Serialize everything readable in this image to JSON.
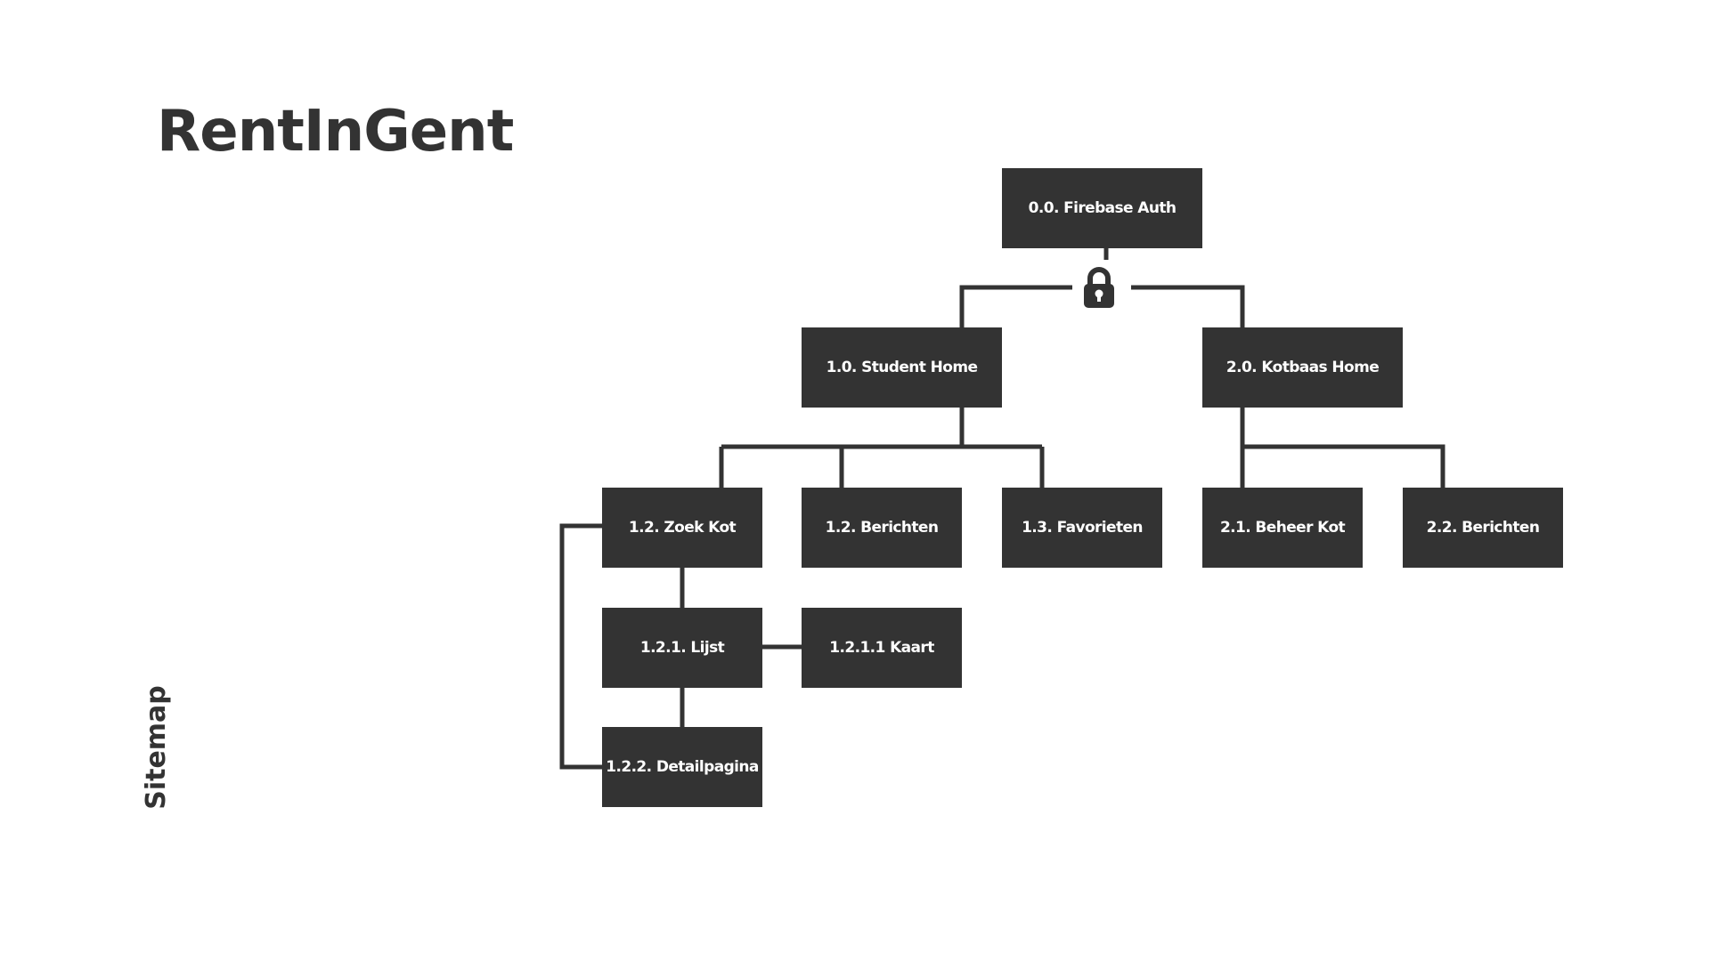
{
  "title": "RentInGent",
  "side_label": "Sitemap",
  "colors": {
    "node_fill": "#333333",
    "node_text": "#ffffff",
    "connector": "#333333",
    "heading": "#333333"
  },
  "icons": {
    "auth_gate": "lock-icon"
  },
  "nodes": {
    "auth": "0.0. Firebase Auth",
    "student_home": "1.0. Student Home",
    "kotbaas_home": "2.0. Kotbaas Home",
    "zoek_kot": "1.2. Zoek Kot",
    "student_berichten": "1.2. Berichten",
    "favorieten": "1.3. Favorieten",
    "beheer_kot": "2.1. Beheer Kot",
    "kotbaas_berichten": "2.2. Berichten",
    "lijst": "1.2.1. Lijst",
    "kaart": "1.2.1.1 Kaart",
    "detailpagina": "1.2.2. Detailpagina"
  }
}
